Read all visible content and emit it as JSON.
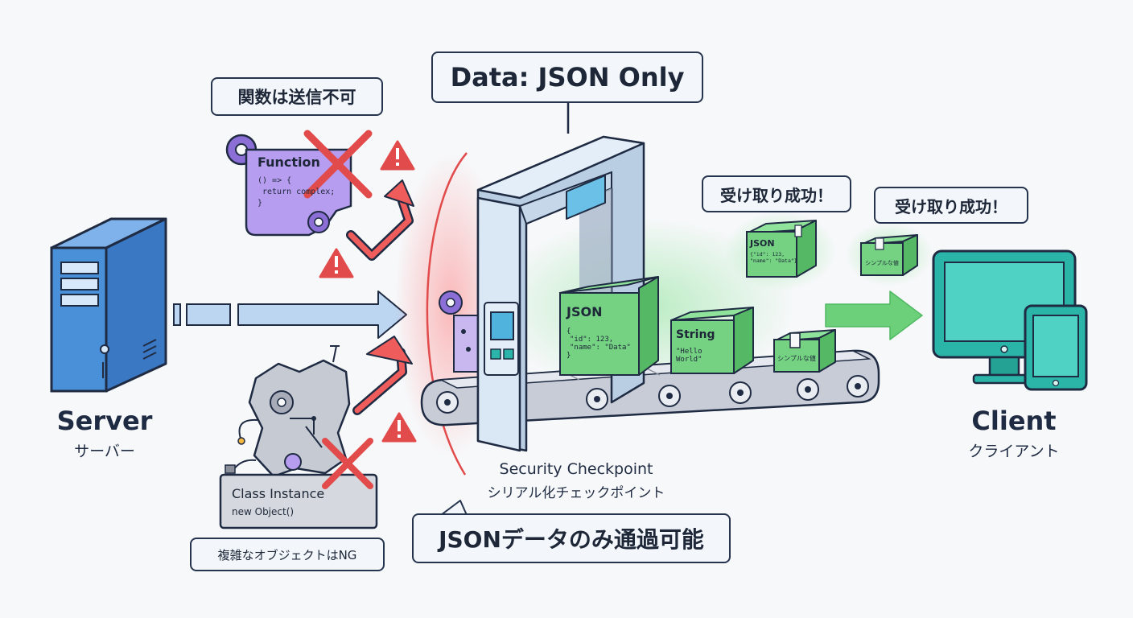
{
  "top_callout": "Data: JSON Only",
  "function_callout": "関数は送信不可",
  "function_card": {
    "title": "Function",
    "code_line1": "() => {",
    "code_line2": "return complex;",
    "code_line3": "}"
  },
  "class_card": {
    "title": "Class Instance",
    "subtitle": "new Object()"
  },
  "class_callout": "複雑なオブジェクトはNG",
  "server": {
    "title": "Server",
    "subtitle": "サーバー"
  },
  "client": {
    "title": "Client",
    "subtitle": "クライアント"
  },
  "checkpoint": {
    "title": "Security Checkpoint",
    "subtitle": "シリアル化チェックポイント"
  },
  "bottom_callout": "JSONデータのみ通過可能",
  "success_callout_1": "受け取り成功！",
  "success_callout_2": "受け取り成功！",
  "box_json": {
    "title": "JSON",
    "line1": "{",
    "line2": "\"id\": 123,",
    "line3": "\"name\": \"Data\"",
    "line4": "}"
  },
  "box_string": {
    "title": "String",
    "value": "\"Hello World\""
  },
  "box_simple": {
    "label": "シンプルな値"
  },
  "box_json_small": {
    "title": "JSON",
    "line1": "{\"id\": 123,",
    "line2": "\"name\": \"Data\"}"
  },
  "box_simple_small": {
    "label": "シンプルな値"
  },
  "colors": {
    "server_blue": "#4a90d9",
    "client_teal": "#2bb5a8",
    "reject_red": "#e24b4b",
    "pass_green": "#6cd07a",
    "function_purple": "#a98ee0",
    "gate_blue": "#d6e6f6"
  }
}
